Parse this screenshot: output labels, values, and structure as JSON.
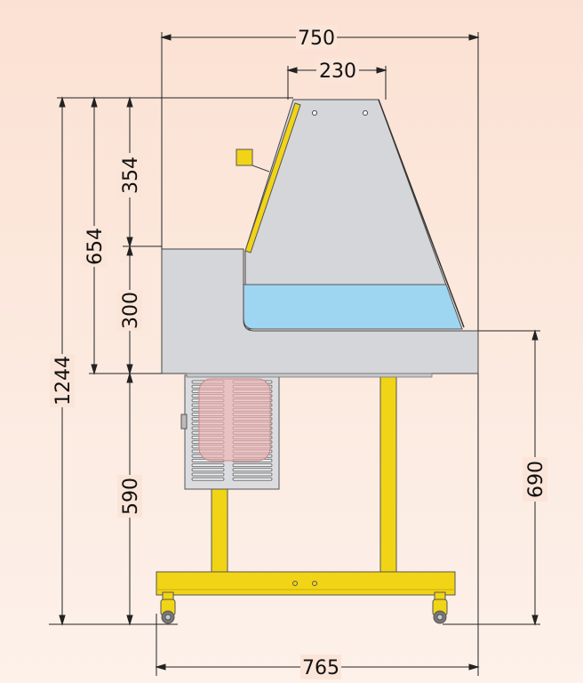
{
  "dimensions": {
    "overall_width": "750",
    "top_width": "230",
    "base_width": "765",
    "total_height": "1244",
    "upper_height": "654",
    "canopy_height": "354",
    "counter_height": "300",
    "leg_height": "590",
    "surface_height": "690"
  },
  "colors": {
    "background": "#fbe1d3",
    "body": "#d4d6d9",
    "water": "#9ed6f2",
    "frame": "#f2d416",
    "heater": "#f0b3b3",
    "line": "#333333"
  }
}
